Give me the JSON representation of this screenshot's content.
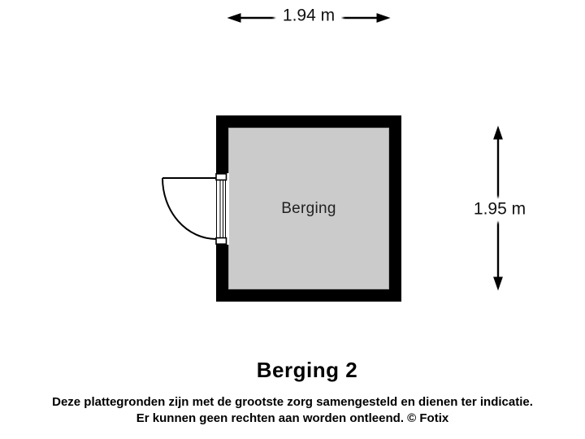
{
  "floorplan": {
    "room": {
      "label": "Berging"
    },
    "title": "Berging 2",
    "dim_width": {
      "label": "1.94 m"
    },
    "dim_height": {
      "label": "1.95 m"
    },
    "colors": {
      "wall": "#000000",
      "floor": "#cbcbcb",
      "background": "#ffffff",
      "line": "#000000"
    }
  },
  "footer": {
    "line1": "Deze plattegronden zijn met de grootste zorg samengesteld en dienen ter indicatie.",
    "line2": "Er kunnen geen rechten aan worden ontleend. © Fotix"
  }
}
